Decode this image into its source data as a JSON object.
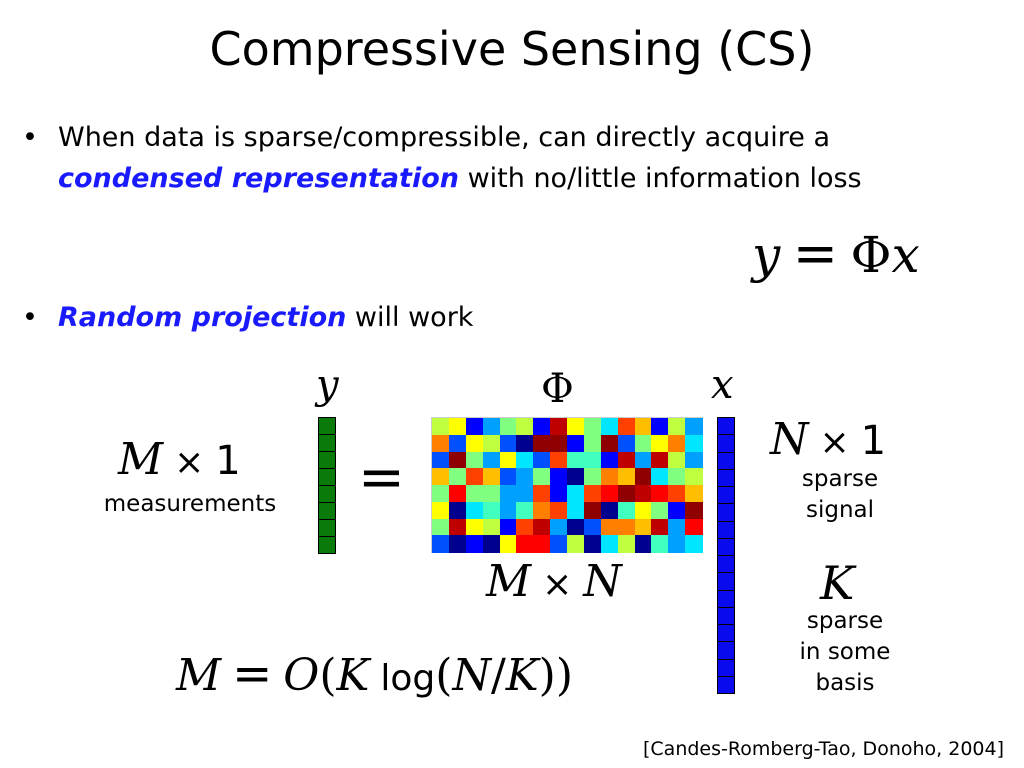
{
  "slide": {
    "title": "Compressive Sensing (CS)",
    "bullets": [
      {
        "marker": "•",
        "text_before": "When data is sparse/compressible, can directly acquire a ",
        "emphasis": "condensed representation",
        "text_after": " with no/little information loss"
      },
      {
        "marker": "•",
        "text_before": "",
        "emphasis": "Random projection",
        "text_after": " will work"
      }
    ],
    "equation": {
      "lhs": "y",
      "equals": "=",
      "phi": "Φ",
      "rhs": "x"
    },
    "diagram": {
      "y_label": "y",
      "phi_label": "Φ",
      "x_label": "x",
      "equals": "=",
      "y_dims_math": "M",
      "y_dims_times": "×",
      "y_dims_num": "1",
      "y_caption": "measurements",
      "x_dims_math": "N",
      "x_dims_times": "×",
      "x_dims_num": "1",
      "x_caption_1": "sparse",
      "x_caption_2": "signal",
      "matrix_dims_m": "M",
      "matrix_dims_times": "×",
      "matrix_dims_n": "N",
      "k_label": "K",
      "k_caption_1": "sparse",
      "k_caption_2": "in some",
      "k_caption_3": "basis",
      "y_cell_count": 8,
      "x_cell_count": 16,
      "matrix_rows": 8,
      "matrix_cols": 16,
      "y_color": "#0a7a0a",
      "x_color": "#0a0aee"
    },
    "bound": {
      "M": "M",
      "eq": "=",
      "O": "O",
      "lparen": "(",
      "K": "K",
      "log": "log",
      "lparen2": "(",
      "N": "N",
      "slash": "/",
      "K2": "K",
      "rparen": "))"
    },
    "citation": "[Candes-Romberg-Tao, Donoho, 2004]"
  }
}
